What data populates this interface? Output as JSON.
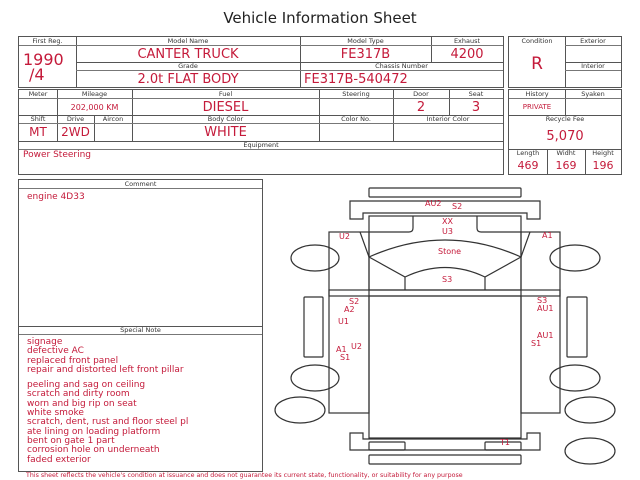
{
  "title": "Vehicle Information Sheet",
  "labels": {
    "first_reg": "First Reg.",
    "model_name": "Model Name",
    "model_type": "Model Type",
    "exhaust": "Exhaust",
    "grade": "Grade",
    "chassis": "Chassis Number",
    "condition": "Condition",
    "exterior": "Exterior",
    "interior": "Interior",
    "meter": "Meter",
    "mileage": "Mileage",
    "fuel": "Fuel",
    "steering": "Steering",
    "door": "Door",
    "seat": "Seat",
    "shift": "Shift",
    "drive": "Drive",
    "aircon": "Aircon",
    "body_color": "Body Color",
    "color_no": "Color No.",
    "interior_color": "Interior Color",
    "equipment": "Equipment",
    "history": "History",
    "syaken": "Syaken",
    "recycle_fee": "Recycle Fee",
    "length": "Length",
    "width": "Widht",
    "height": "Height",
    "comment": "Comment",
    "special_note": "Special Note"
  },
  "values": {
    "first_reg_year": "1990",
    "first_reg_month": "/4",
    "model_name": "CANTER TRUCK",
    "model_type": "FE317B",
    "exhaust": "4200",
    "grade": "2.0t FLAT BODY",
    "chassis": "FE317B-540472",
    "condition": "R",
    "mileage": "202,000 KM",
    "fuel": "DIESEL",
    "door": "2",
    "seat": "3",
    "shift": "MT",
    "drive": "2WD",
    "body_color": "WHITE",
    "equipment": "Power Steering",
    "history": "PRIVATE",
    "recycle_fee": "5,070",
    "length": "469",
    "width": "169",
    "height": "196"
  },
  "comment": "engine 4D33",
  "special_notes": [
    "signage",
    "defective AC",
    "replaced front panel",
    "repair and distorted left front pillar",
    "",
    "peeling and sag on ceiling",
    "scratch and dirty room",
    "worn and big rip on seat",
    "white smoke",
    "scratch, dent, rust and floor steel pl",
    "ate lining on loading platform",
    "bent on gate 1 part",
    "corrosion hole on underneath",
    "faded exterior"
  ],
  "diagram_marks": {
    "au2": "AU2",
    "s2_front": "S2",
    "xx": "XX",
    "u3": "U3",
    "stone": "Stone",
    "s3_cab": "S3",
    "u2_lf": "U2",
    "a1_rf": "A1",
    "s2_l": "S2",
    "a2_l": "A2",
    "u1_l": "U1",
    "a1_l": "A1",
    "u2_l": "U2",
    "s1_l": "S1",
    "s3_r": "S3",
    "au1_r1": "AU1",
    "au1_r2": "AU1",
    "s1_r": "S1",
    "t1": "T1"
  },
  "footer": "This sheet reflects the vehicle's condition at issuance and does not guarantee its current state, functionality, or suitability for any purpose",
  "colors": {
    "accent": "#c41a3a"
  }
}
